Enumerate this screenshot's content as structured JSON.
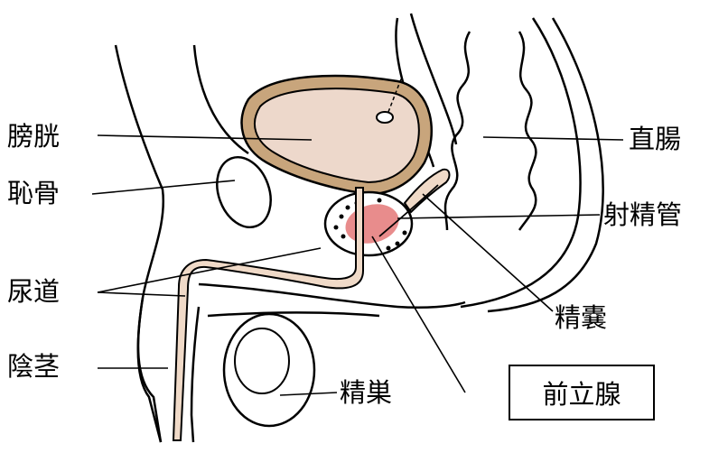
{
  "labels": {
    "bladder": "膀胱",
    "pubic_bone": "恥骨",
    "urethra": "尿道",
    "penis": "陰茎",
    "rectum": "直腸",
    "ejaculatory_duct": "射精管",
    "seminal_vesicle": "精嚢",
    "testis": "精巣",
    "prostate": "前立腺"
  },
  "colors": {
    "bladder_wall": "#C8A57C",
    "bladder_fill": "#EDD8CB",
    "urethra_fill": "#F0DAC8",
    "prostate": "#E88C8C",
    "outline": "#000000"
  }
}
